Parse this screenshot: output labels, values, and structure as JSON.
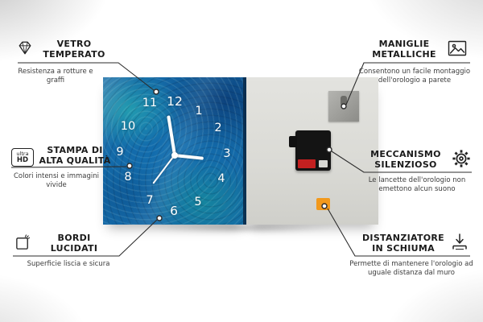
{
  "callouts": [
    {
      "title1": "VETRO",
      "title2": "TEMPERATO",
      "subtitle": "Resistenza a rotture e graffi",
      "icon": "diamond-icon"
    },
    {
      "title1": "STAMPA DI",
      "title2": "ALTA QUALITÀ",
      "subtitle": "Colori intensi e immagini vivide",
      "icon": "ultra-hd-badge",
      "badge_line1": "ultra",
      "badge_line2": "HD"
    },
    {
      "title1": "BORDI",
      "title2": "LUCIDATI",
      "subtitle": "Superficie liscia e sicura",
      "icon": "polished-edge-icon"
    },
    {
      "title1": "MANIGLIE",
      "title2": "METALLICHE",
      "subtitle": "Consentono un facile montaggio dell'orologio a parete",
      "icon": "picture-frame-icon"
    },
    {
      "title1": "MECCANISMO",
      "title2": "SILENZIOSO",
      "subtitle": "Le lancette dell'orologio non emettono alcun suono",
      "icon": "gear-icon"
    },
    {
      "title1": "DISTANZIATORE",
      "title2": "IN SCHIUMA",
      "subtitle": "Permette di mantenere l'orologio ad uguale distanza dal muro",
      "icon": "foam-spacer-icon"
    }
  ],
  "clock_face": {
    "numbers": [
      "12",
      "1",
      "2",
      "3",
      "4",
      "5",
      "6",
      "7",
      "8",
      "9",
      "10",
      "11"
    ]
  },
  "colors": {
    "clock_blue": "#1468a6",
    "foam_orange": "#f2991c",
    "mechanism_black": "#141414",
    "line_color": "#2b2b2b"
  }
}
